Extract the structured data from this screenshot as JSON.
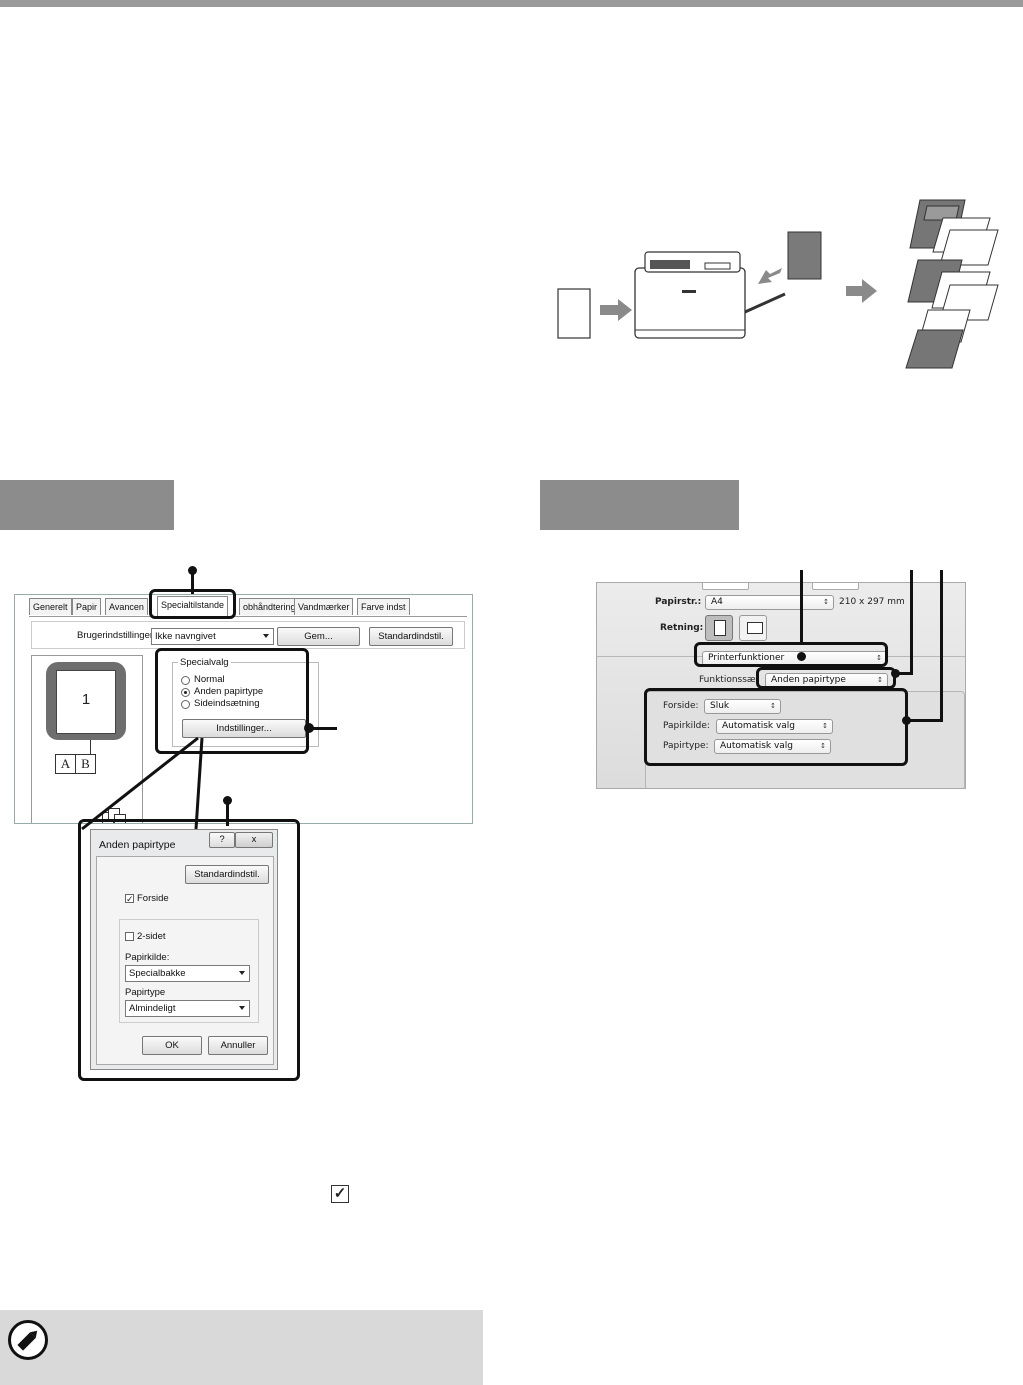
{
  "illustration": {
    "colors": {
      "paper_dark": "#767676",
      "arrow": "#8a8a8a"
    }
  },
  "windows_dialog": {
    "tabs": [
      "Generelt",
      "Papir",
      "Avancen",
      "Specialtilstande",
      "obhåndtering",
      "Vandmærker",
      "Farve indst"
    ],
    "active_tab": "Specialtilstande",
    "user_settings_label": "Brugerindstillinger:",
    "user_settings_value": "Ikke navngivet",
    "save_button": "Gem...",
    "default_button": "Standardindstil.",
    "preview_page_number": "1",
    "booklet_letters": [
      "A",
      "B"
    ],
    "special_group_title": "Specialvalg",
    "options": [
      "Normal",
      "Anden papirtype",
      "Sideindsætning"
    ],
    "selected_option": "Anden papirtype",
    "settings_button": "Indstillinger..."
  },
  "sub_dialog": {
    "title": "Anden papirtype",
    "help_glyph": "?",
    "close_glyph": "x",
    "default_button": "Standardindstil.",
    "cover_checkbox": "Forside",
    "cover_checked": true,
    "duplex_checkbox": "2-sidet",
    "duplex_checked": false,
    "paper_source_label": "Papirkilde:",
    "paper_source_value": "Specialbakke",
    "paper_type_label": "Papirtype",
    "paper_type_value": "Almindeligt",
    "ok_button": "OK",
    "cancel_button": "Annuller"
  },
  "mac_dialog": {
    "paper_size_label": "Papirstr.:",
    "paper_size_value": "A4",
    "paper_size_dims": "210 x 297 mm",
    "orientation_label": "Retning:",
    "menu_value": "Printerfunktioner",
    "feature_set_label": "Funktionssæ",
    "feature_set_value": "Anden papirtype",
    "cover_label": "Forside:",
    "cover_value": "Sluk",
    "paper_source_label": "Papirkilde:",
    "paper_source_value": "Automatisk valg",
    "paper_type_label": "Papirtype:",
    "paper_type_value": "Automatisk valg"
  },
  "checkmark_glyph": "✓"
}
